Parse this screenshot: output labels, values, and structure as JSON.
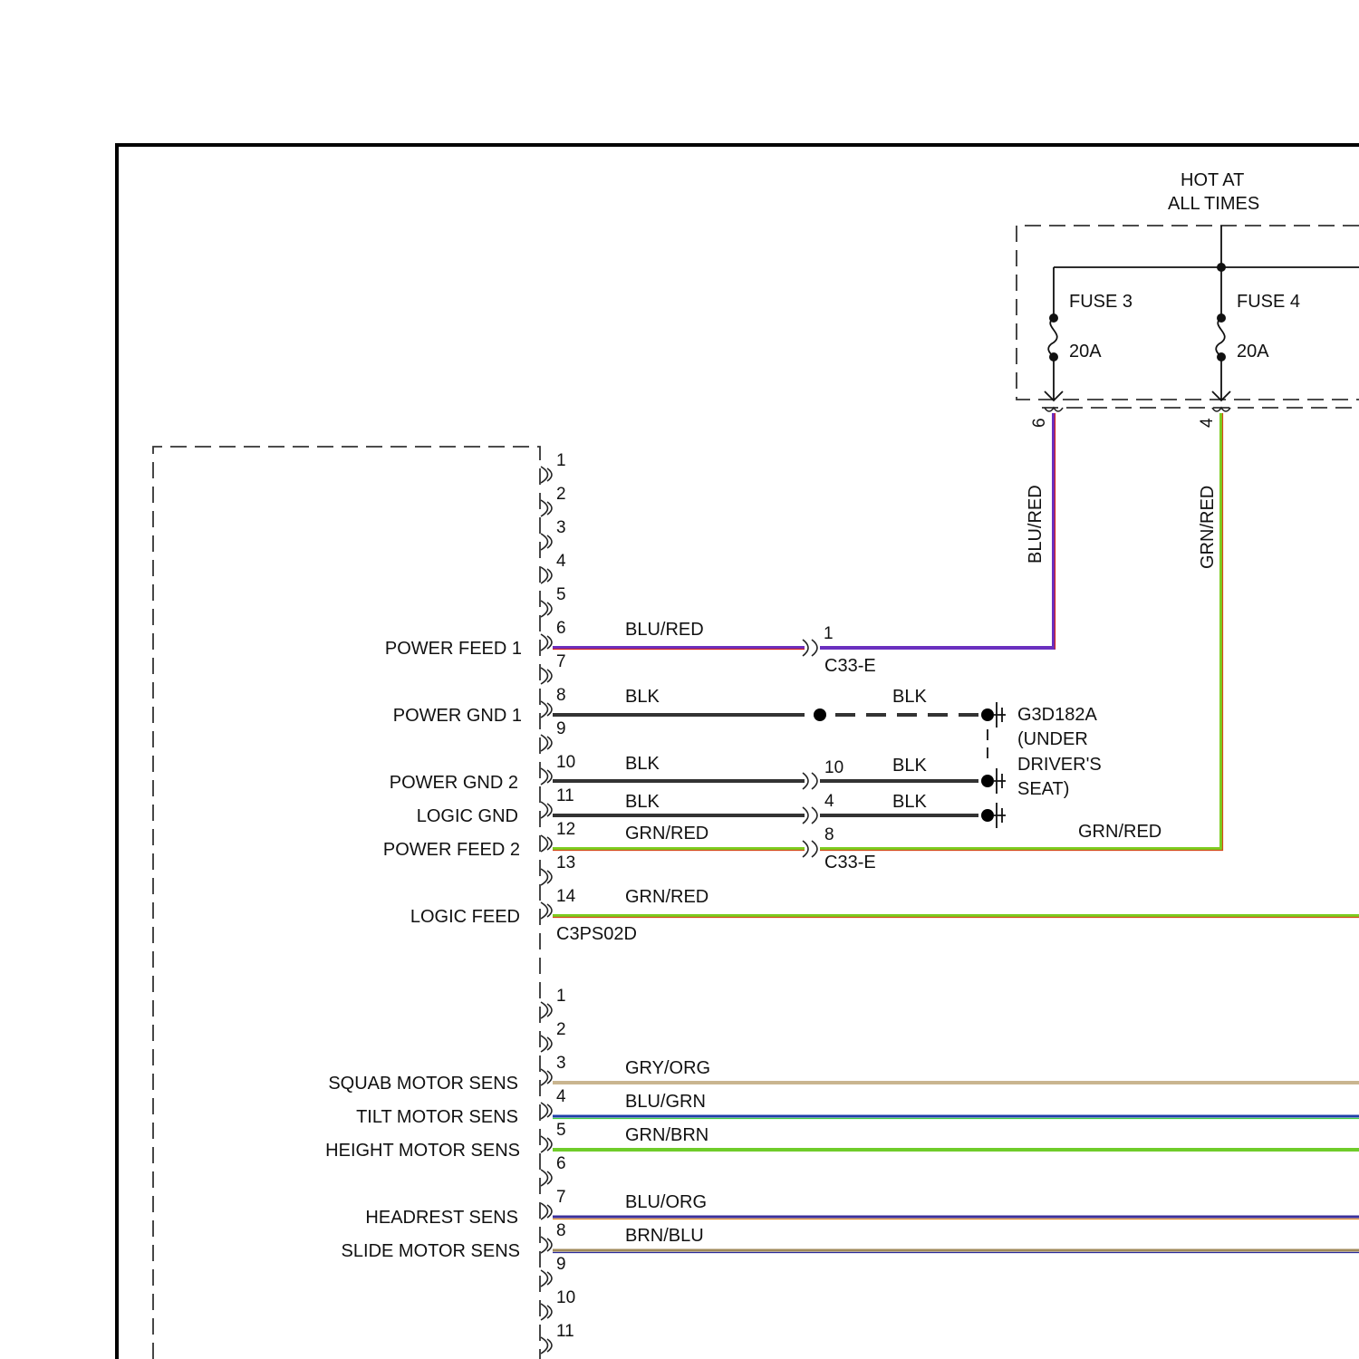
{
  "fuse_box": {
    "header_line1": "HOT AT",
    "header_line2": "ALL TIMES",
    "fuses": [
      {
        "name": "FUSE 3",
        "rating": "20A",
        "pin": "6"
      },
      {
        "name": "FUSE 4",
        "rating": "20A",
        "pin": "4"
      }
    ]
  },
  "vertical_wires": [
    {
      "label": "BLU/RED",
      "color": "#6a2fbf",
      "stripe": "#d22222"
    },
    {
      "label": "GRN/RED",
      "color": "#7ccd1f",
      "stripe": "#d22222"
    }
  ],
  "connector_c3ps02d": {
    "name": "C3PS02D",
    "pins": [
      "1",
      "2",
      "3",
      "4",
      "5",
      "6",
      "7",
      "8",
      "9",
      "10",
      "11",
      "12",
      "13",
      "14"
    ],
    "circuits": [
      {
        "label": "POWER FEED 1",
        "pin": "6",
        "wire": "BLU/RED"
      },
      {
        "label": "POWER GND 1",
        "pin": "8",
        "wire": "BLK"
      },
      {
        "label": "POWER GND 2",
        "pin": "10",
        "wire": "BLK"
      },
      {
        "label": "LOGIC GND",
        "pin": "11",
        "wire": "BLK"
      },
      {
        "label": "POWER FEED 2",
        "pin": "12",
        "wire": "GRN/RED"
      },
      {
        "label": "LOGIC FEED",
        "pin": "14",
        "wire": "GRN/RED"
      }
    ]
  },
  "connector_c33e": {
    "name": "C33-E",
    "pins": {
      "power_feed_1": "1",
      "power_gnd_2": "10",
      "logic_gnd": "4",
      "power_feed_2": "8"
    },
    "right_wires": {
      "power_gnd_1": "BLK",
      "power_gnd_2": "BLK",
      "logic_gnd": "BLK",
      "power_feed_2": "GRN/RED"
    }
  },
  "ground": {
    "line1": "G3D182A",
    "line2": "(UNDER",
    "line3": "DRIVER'S",
    "line4": "SEAT)"
  },
  "sensor_connector": {
    "pins": [
      "1",
      "2",
      "3",
      "4",
      "5",
      "6",
      "7",
      "8",
      "9",
      "10",
      "11"
    ],
    "circuits": [
      {
        "label": "SQUAB MOTOR SENS",
        "pin": "3",
        "wire": "GRY/ORG",
        "color": "#c9b58f"
      },
      {
        "label": "TILT MOTOR SENS",
        "pin": "4",
        "wire": "BLU/GRN",
        "color": "#1f3fa8"
      },
      {
        "label": "HEIGHT MOTOR SENS",
        "pin": "5",
        "wire": "GRN/BRN",
        "color": "#6fcc2a"
      },
      {
        "label": "HEADREST SENS",
        "pin": "7",
        "wire": "BLU/ORG",
        "color": "#3a2f9a"
      },
      {
        "label": "SLIDE MOTOR SENS",
        "pin": "8",
        "wire": "BRN/BLU",
        "color": "#a08a5a"
      }
    ]
  },
  "colors": {
    "blk": "#333333",
    "grn_red_base": "#7ccd1f",
    "grn_red_stripe": "#d24a1a"
  }
}
